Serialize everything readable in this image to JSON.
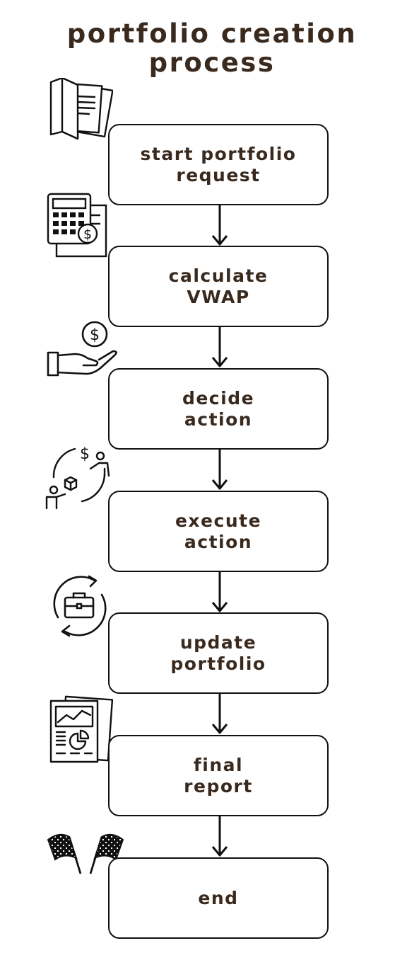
{
  "title": {
    "line1": "portfolio creation",
    "line2": "process"
  },
  "steps": [
    {
      "line1": "start portfolio",
      "line2": "request",
      "icon": "folder-documents-icon"
    },
    {
      "line1": "calculate",
      "line2": "VWAP",
      "icon": "calculator-dollar-icon"
    },
    {
      "line1": "decide",
      "line2": "action",
      "icon": "hand-dollar-icon"
    },
    {
      "line1": "execute",
      "line2": "action",
      "icon": "exchange-people-icon"
    },
    {
      "line1": "update",
      "line2": "portfolio",
      "icon": "briefcase-refresh-icon"
    },
    {
      "line1": "final",
      "line2": "report",
      "icon": "report-charts-icon"
    },
    {
      "line1": "end",
      "line2": "",
      "icon": "checkered-flags-icon"
    }
  ],
  "colors": {
    "text": "#3a2a1e",
    "stroke": "#111111",
    "background": "#ffffff"
  }
}
